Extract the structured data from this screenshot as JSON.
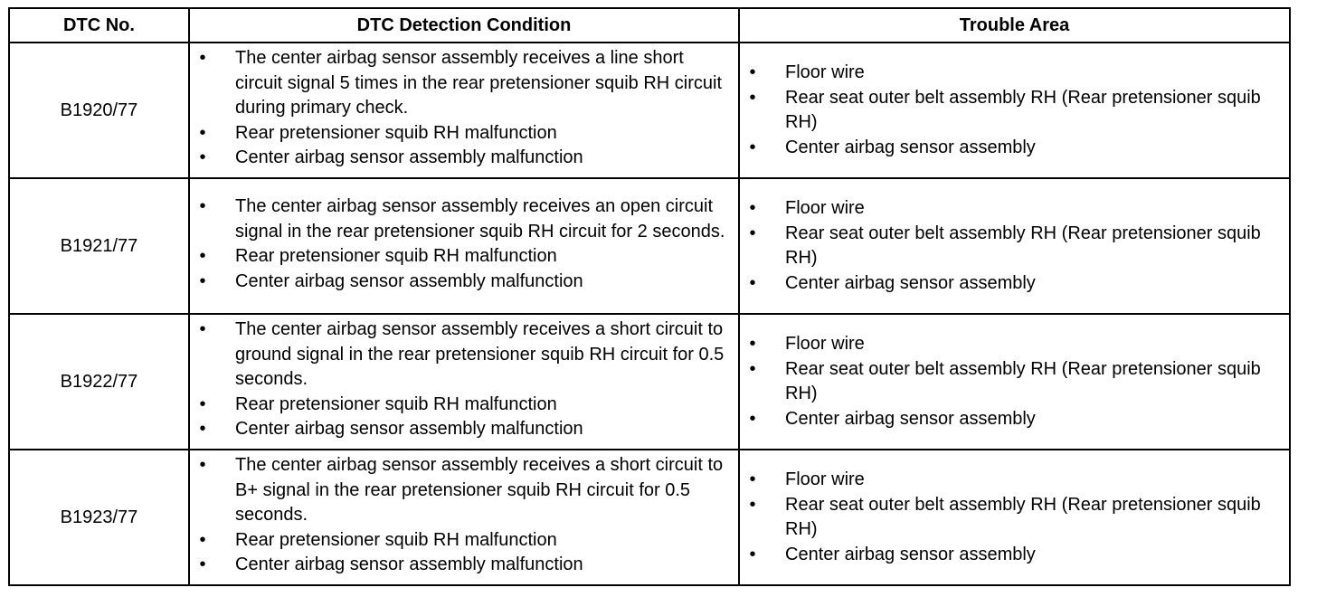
{
  "table": {
    "headers": [
      "DTC No.",
      "DTC Detection Condition",
      "Trouble Area"
    ],
    "rows": [
      {
        "dtc": "B1920/77",
        "conditions": [
          "The center airbag sensor assembly receives a line short circuit signal 5 times in the rear pretensioner squib RH circuit during primary check.",
          "Rear pretensioner squib RH malfunction",
          "Center airbag sensor assembly malfunction"
        ],
        "areas": [
          "Floor wire",
          "Rear seat outer belt assembly RH (Rear pretensioner squib RH)",
          "Center airbag sensor assembly"
        ]
      },
      {
        "dtc": "B1921/77",
        "conditions": [
          "The center airbag sensor assembly receives an open circuit signal in the rear pretensioner squib RH circuit for 2 seconds.",
          "Rear pretensioner squib RH malfunction",
          "Center airbag sensor assembly malfunction"
        ],
        "areas": [
          "Floor wire",
          "Rear seat outer belt assembly RH (Rear pretensioner squib RH)",
          "Center airbag sensor assembly"
        ]
      },
      {
        "dtc": "B1922/77",
        "conditions": [
          "The center airbag sensor assembly receives a short circuit to ground signal in the rear pretensioner squib RH circuit for 0.5 seconds.",
          "Rear pretensioner squib RH malfunction",
          "Center airbag sensor assembly malfunction"
        ],
        "areas": [
          "Floor wire",
          "Rear seat outer belt assembly RH (Rear pretensioner squib RH)",
          "Center airbag sensor assembly"
        ]
      },
      {
        "dtc": "B1923/77",
        "conditions": [
          "The center airbag sensor assembly receives a short circuit to B+ signal in the rear pretensioner squib RH circuit for 0.5 seconds.",
          "Rear pretensioner squib RH malfunction",
          "Center airbag sensor assembly malfunction"
        ],
        "areas": [
          "Floor wire",
          "Rear seat outer belt assembly RH (Rear pretensioner squib RH)",
          "Center airbag sensor assembly"
        ]
      }
    ]
  }
}
